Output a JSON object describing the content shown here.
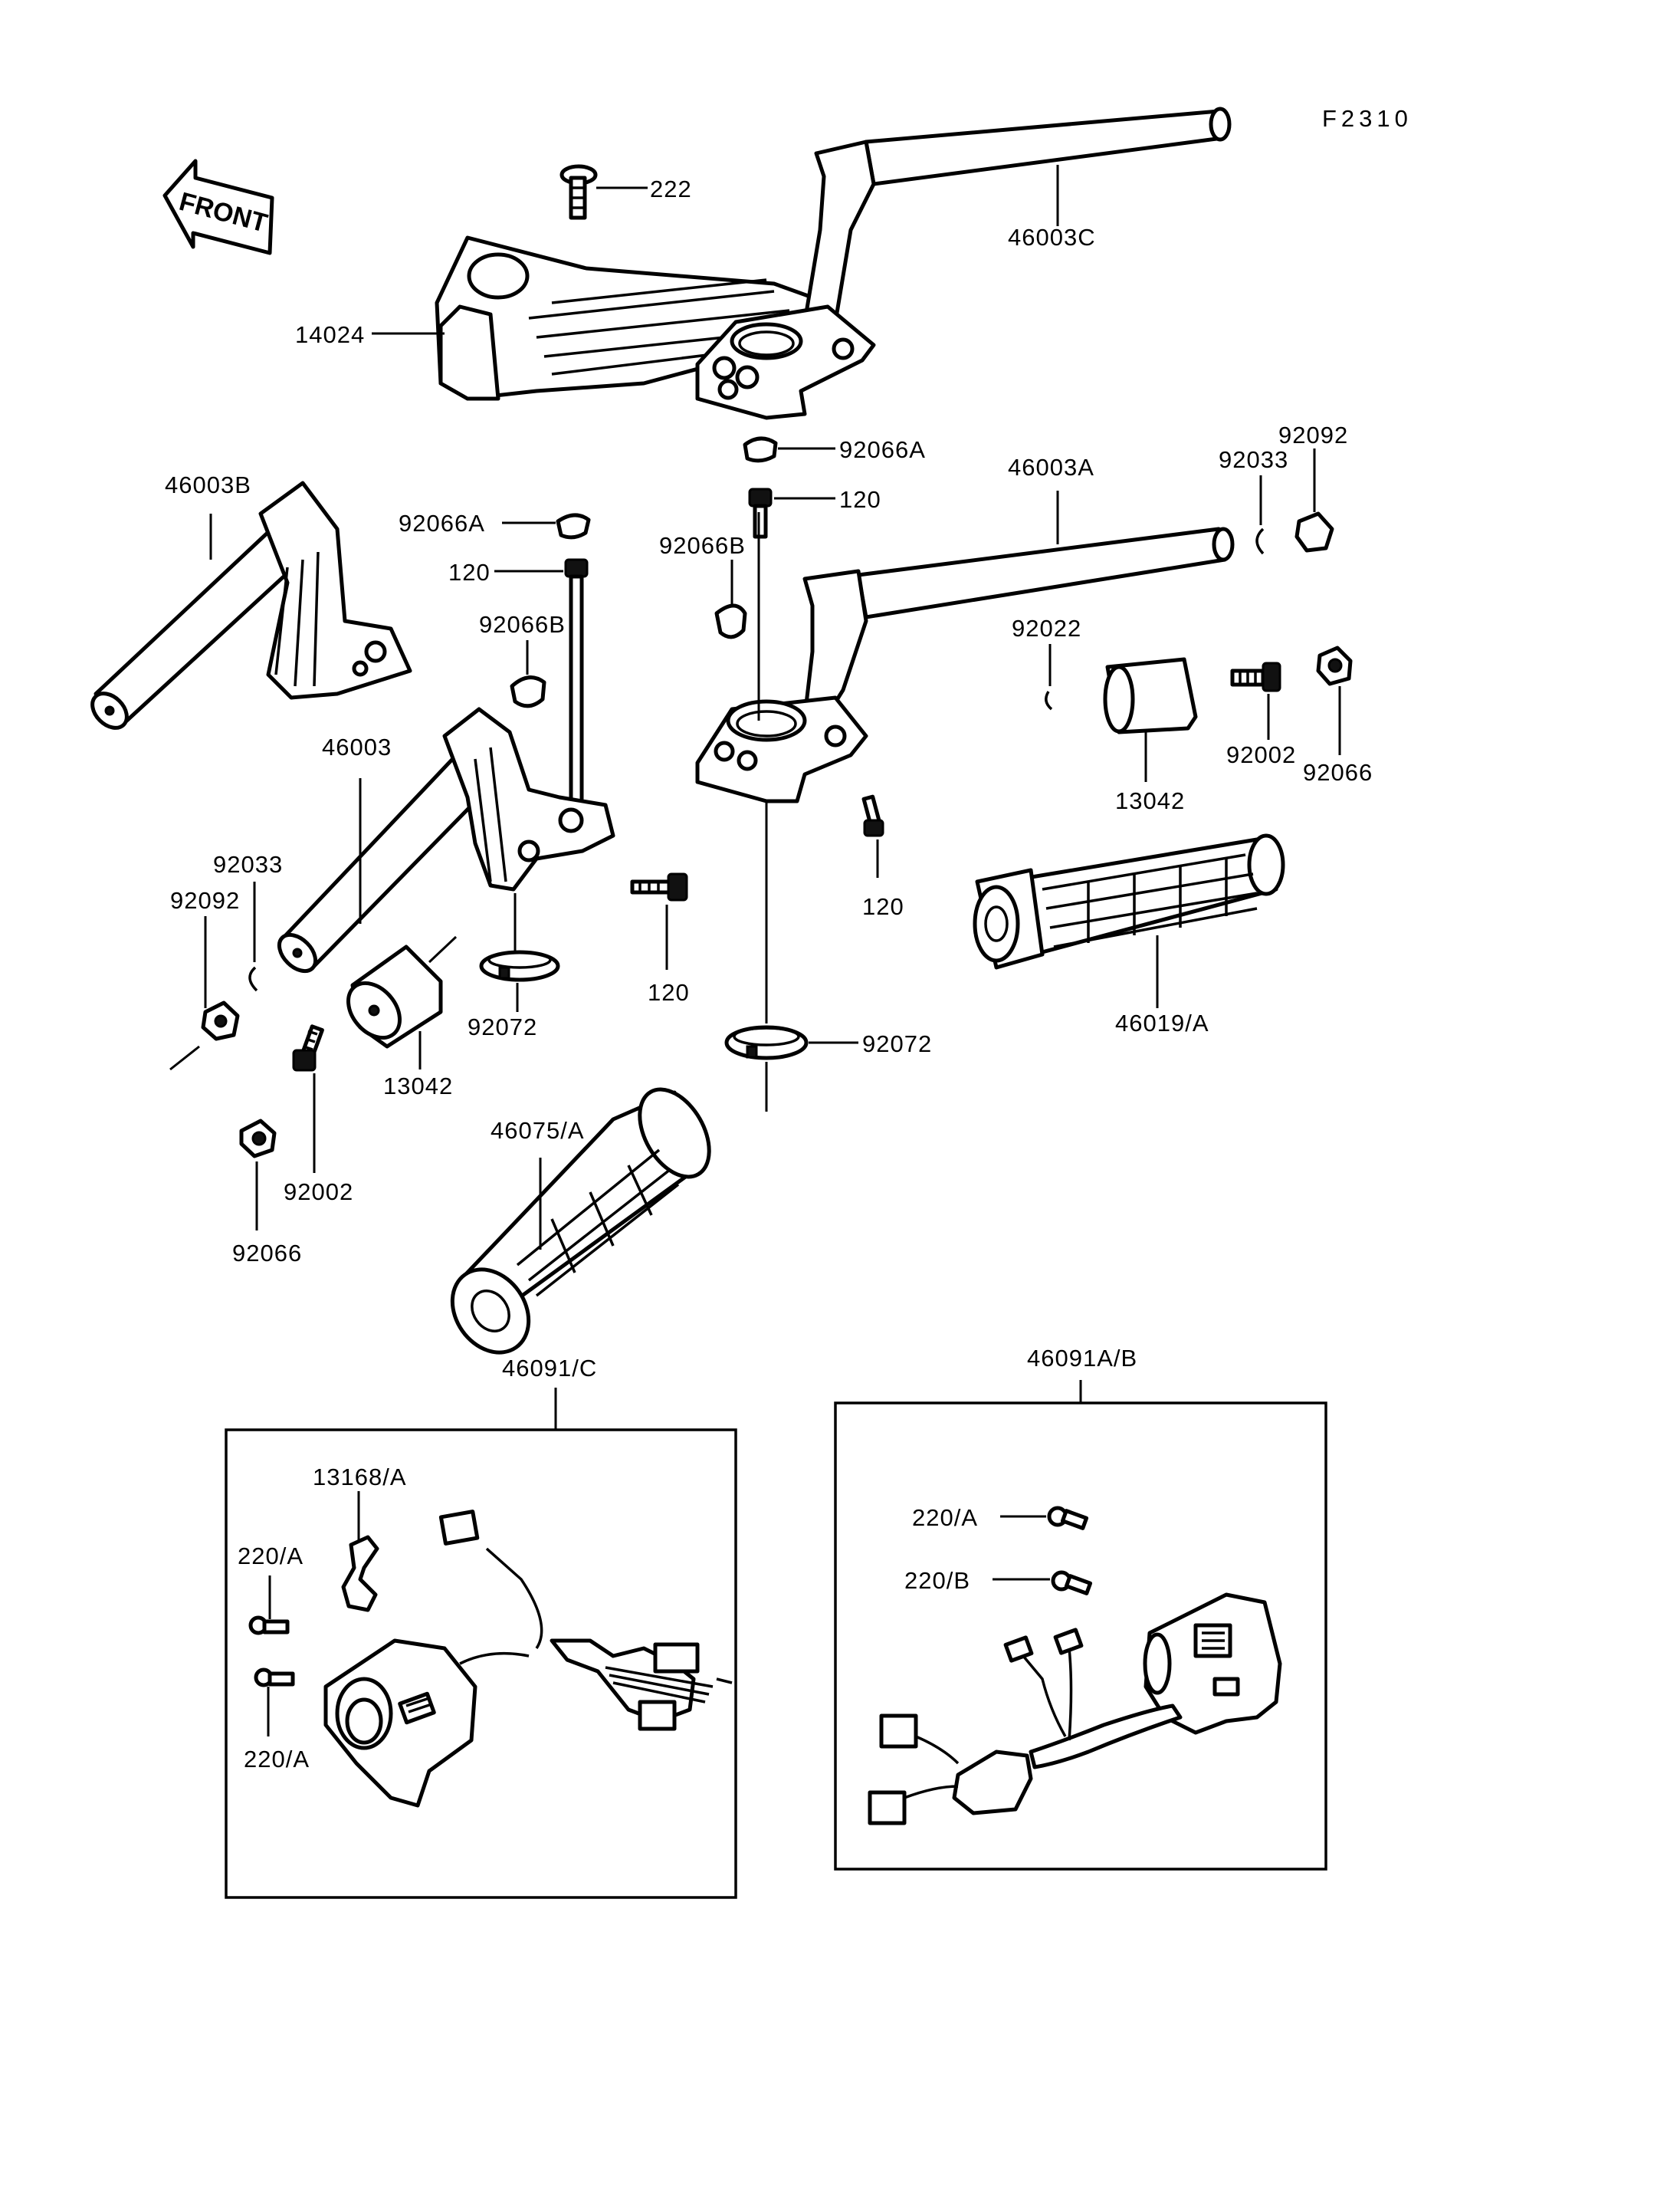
{
  "figure_id": "F2310",
  "front_arrow_label": "FRONT",
  "labels": {
    "p222": "222",
    "p14024": "14024",
    "p46003C": "46003C",
    "p92066A_top": "92066A",
    "p120_top": "120",
    "p92066B_right": "92066B",
    "p46003A": "46003A",
    "p92092_right": "92092",
    "p92033_right": "92033",
    "p46003B": "46003B",
    "p92066A_left": "92066A",
    "p120_left": "120",
    "p92066B_left": "92066B",
    "p46003": "46003",
    "p92022": "92022",
    "p92002_right": "92002",
    "p92066_right": "92066",
    "p13042_right": "13042",
    "p120_right": "120",
    "p92033_left": "92033",
    "p92092_left": "92092",
    "p120_mid": "120",
    "p92072_left": "92072",
    "p13042_left": "13042",
    "p92072_right": "92072",
    "p46019A": "46019/A",
    "p46075A": "46075/A",
    "p92002_left": "92002",
    "p92066_left": "92066",
    "p46091C": "46091/C",
    "p46091AB": "46091A/B",
    "p13168A": "13168/A",
    "p220A_1": "220/A",
    "p220A_2": "220/A",
    "p220A_3": "220/A",
    "p220B": "220/B"
  }
}
